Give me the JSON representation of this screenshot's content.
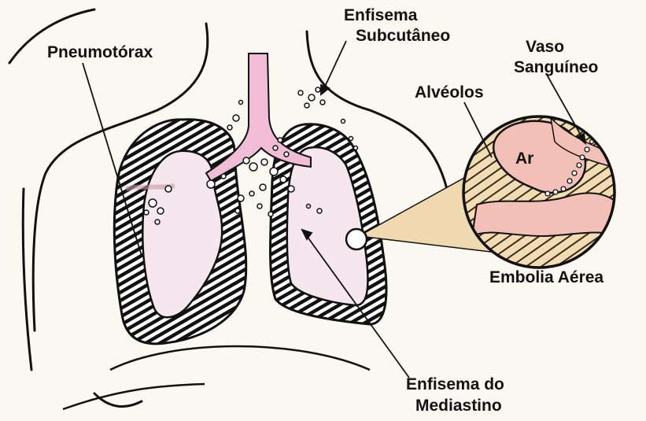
{
  "labels": {
    "pneumothorax": "Pneumotórax",
    "subcutaneous_line1": "Enfisema",
    "subcutaneous_line2": "Subcutâneo",
    "blood_vessel_line1": "Vaso",
    "blood_vessel_line2": "Sanguíneo",
    "alveoli": "Alvéolos",
    "air": "Ar",
    "air_embolism": "Embolia Aérea",
    "mediastinal_line1": "Enfisema do",
    "mediastinal_line2": "Mediastino"
  },
  "colors": {
    "airway_pink": "#f0bcd6",
    "lung_tint": "#f6e6ee",
    "alveolus_fill": "#f2c0b6",
    "embolism_zoom_bg": "#f2dcb4",
    "outline": "#111111"
  }
}
